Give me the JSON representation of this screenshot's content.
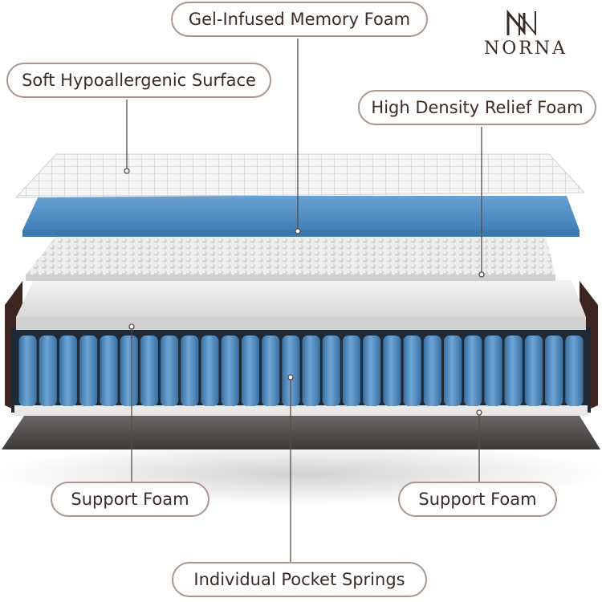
{
  "brand": {
    "name": "NORNA"
  },
  "labels": {
    "gel_foam": "Gel-Infused Memory Foam",
    "surface": "Soft Hypoallergenic Surface",
    "relief_foam": "High Density Relief Foam",
    "support_foam_left": "Support Foam",
    "support_foam_right": "Support Foam",
    "springs": "Individual Pocket Springs"
  },
  "colors": {
    "label_border": "#a9978e",
    "label_text": "#3a2c28",
    "gel_layer": "#5a95c8",
    "spring": "#4c83b8",
    "base": "#4a4746",
    "frame": "#3e2620"
  }
}
